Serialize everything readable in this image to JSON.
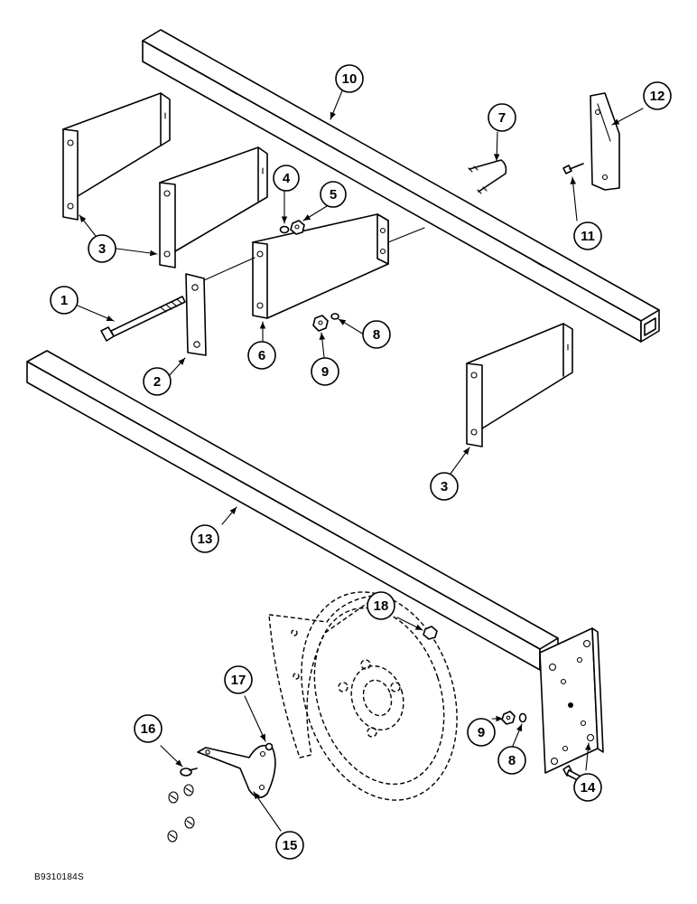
{
  "figure_code": "B9310184S",
  "callouts": [
    {
      "id": "c1",
      "label": "1"
    },
    {
      "id": "c2",
      "label": "2"
    },
    {
      "id": "c3a",
      "label": "3"
    },
    {
      "id": "c3b",
      "label": "3"
    },
    {
      "id": "c4",
      "label": "4"
    },
    {
      "id": "c5",
      "label": "5"
    },
    {
      "id": "c6",
      "label": "6"
    },
    {
      "id": "c7",
      "label": "7"
    },
    {
      "id": "c8a",
      "label": "8"
    },
    {
      "id": "c8b",
      "label": "8"
    },
    {
      "id": "c9a",
      "label": "9"
    },
    {
      "id": "c9b",
      "label": "9"
    },
    {
      "id": "c10",
      "label": "10"
    },
    {
      "id": "c11",
      "label": "11"
    },
    {
      "id": "c12",
      "label": "12"
    },
    {
      "id": "c13",
      "label": "13"
    },
    {
      "id": "c14",
      "label": "14"
    },
    {
      "id": "c15",
      "label": "15"
    },
    {
      "id": "c16",
      "label": "16"
    },
    {
      "id": "c17",
      "label": "17"
    },
    {
      "id": "c18",
      "label": "18"
    }
  ]
}
